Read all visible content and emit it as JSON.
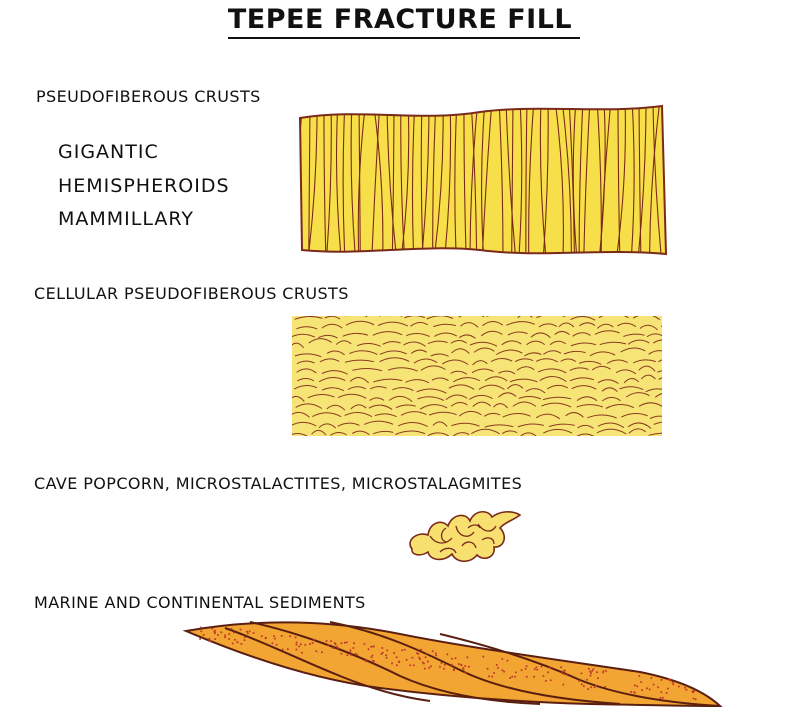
{
  "title": "TEPEE FRACTURE FILL",
  "sections": {
    "pseudofiberous": {
      "label": "PSEUDOFIBEROUS CRUSTS",
      "subtypes": [
        "GIGANTIC",
        "HEMISPHEROIDS",
        "MAMMILLARY"
      ]
    },
    "cellular": {
      "label": "CELLULAR PSEUDOFIBEROUS CRUSTS"
    },
    "popcorn": {
      "label": "CAVE POPCORN, MICROSTALACTITES, MICROSTALAGMITES"
    },
    "sediments": {
      "label": "MARINE AND CONTINENTAL SEDIMENTS"
    }
  },
  "colors": {
    "crust_fill": "#f7df4a",
    "cellular_fill": "#f6e477",
    "sediment_fill": "#f2a533",
    "line": "#7a2a1a",
    "dot": "#c0392b"
  }
}
